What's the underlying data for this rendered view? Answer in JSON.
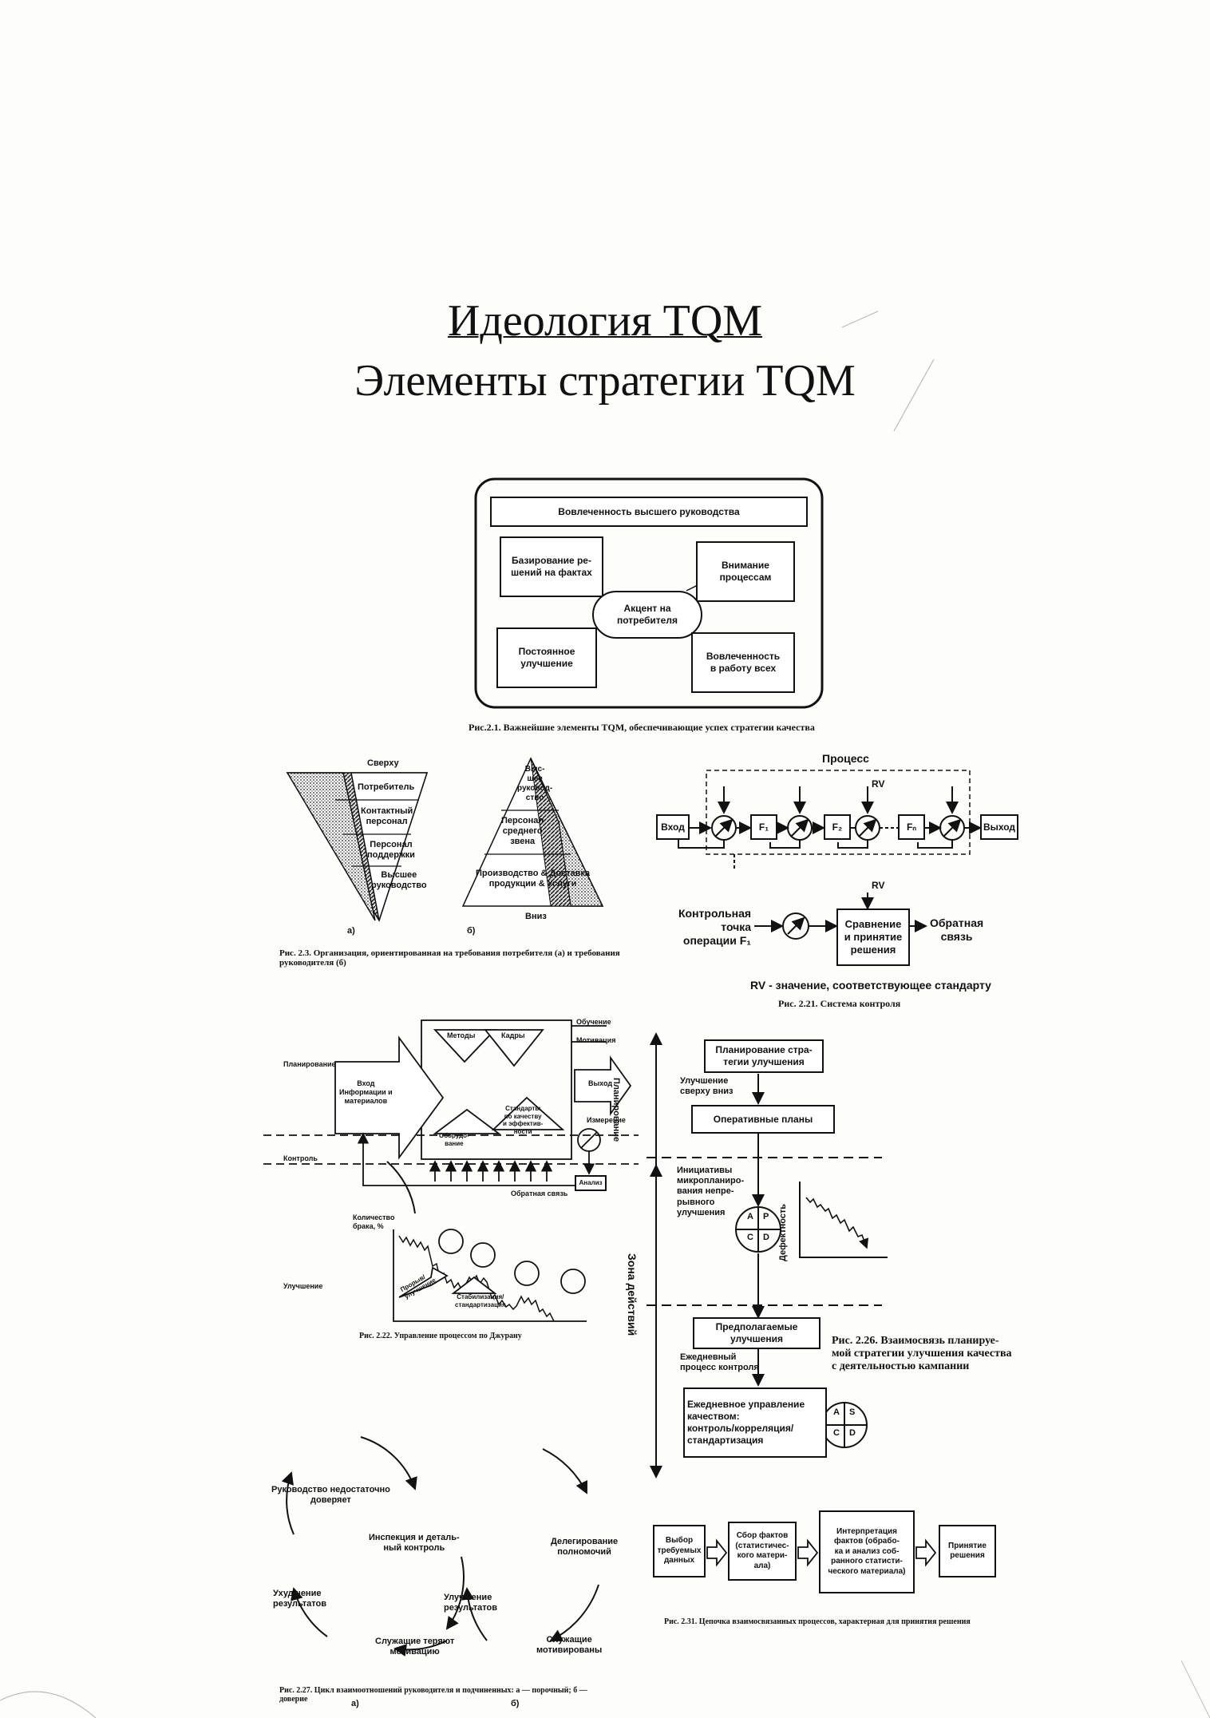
{
  "title": "Идеология TQM",
  "subtitle": "Элементы стратегии TQM",
  "fig21": {
    "top": "Вовлеченность высшего руководства",
    "tl": "Базирование ре-\nшений на фактах",
    "tr": "Внимание\nпроцессам",
    "center": "Акцент на\nпотребителя",
    "bl": "Постоянное\nулучшение",
    "br": "Вовлеченность\nв работу всех",
    "caption": "Рис.2.1. Важнейшие элементы TQM, обеспечивающие успех стратегии качества"
  },
  "fig23": {
    "a_top": "Сверху",
    "a_levels": [
      "Потребитель",
      "Контактный\nперсонал",
      "Персонал\nподдержки",
      "Высшее\nруководство"
    ],
    "a_letter": "а)",
    "b_levels": [
      "Выс-\nшее\nруковод-\nство",
      "Персонал\nсреднего\nзвена",
      "Производство & Доставка\nпродукции & Услуги"
    ],
    "b_bottom": "Вниз",
    "b_letter": "б)",
    "caption": "Рис. 2.3. Организация, ориентированная на требования потребителя (а) и требования\nруководителя (б)"
  },
  "fig221": {
    "process": "Процесс",
    "input": "Вход",
    "f1": "F₁",
    "f2": "F₂",
    "fn": "Fₙ",
    "output": "Выход",
    "rv": "RV",
    "control_point": "Контрольная\nточка\nоперации F₁",
    "compare": "Сравнение\nи принятие\nрешения",
    "feedback": "Обратная\nсвязь",
    "legend": "RV - значение, соответствующее стандарту",
    "caption": "Рис. 2.21. Система контроля"
  },
  "fig222": {
    "planning": "Планирование",
    "control": "Контроль",
    "improvement": "Улучшение",
    "training": "Обучение",
    "motivation": "Мотивация",
    "methods": "Методы",
    "staff": "Кадры",
    "input": "Вход\nИнформации и\nматериалов",
    "output": "Выход",
    "measurement": "Измерение",
    "equipment": "Оборудо-\nвание",
    "standards": "Стандарты\nпо качеству\nи эффектив-\nности",
    "analysis": "Анализ",
    "feedback": "Обратная связь",
    "defects": "Количество\nбрака, %",
    "breakthrough": "Прорыв/\nулучшение",
    "stabilization": "Стабилизация/\nстандартизация",
    "caption": "Рис. 2.22. Управление процессом по Джурану"
  },
  "fig226": {
    "side_planning": "Планирование",
    "side_action": "Зона действий",
    "planning_box": "Планирование стра-\nтегии улучшения",
    "top_down": "Улучшение\nсверху вниз",
    "operative": "Оперативные планы",
    "initiatives": "Инициативы\nмикропланиро-\nвания непре-\nрывного\nулучшения",
    "defectiveness": "Дефектность",
    "proposed": "Предполагаемые\nулучшения",
    "daily_process": "Ежедневный\nпроцесс контроля",
    "daily_mgmt": "Ежедневное управление\nкачеством:\nконтроль/корреляция/\nстандартизация",
    "pdca": [
      "A",
      "P",
      "C",
      "D"
    ],
    "asdc": [
      "A",
      "S",
      "C",
      "D"
    ],
    "caption": "Рис. 2.26. Взаимосвязь планируе-\nмой стратегии улучшения качества\nс деятельностью кампании"
  },
  "fig227": {
    "a1": "Руководство недостаточно\nдоверяет",
    "a2": "Инспекция и деталь-\nный контроль",
    "a3": "Ухудшение\nрезультатов",
    "a4": "Служащие теряют\nмотивацию",
    "a_letter": "а)",
    "b1": "Делегирование\nполномочий",
    "b2": "Улучшение\nрезультатов",
    "b3": "Служащие\nмотивированы",
    "b_letter": "б)",
    "caption": "Рис. 2.27. Цикл взаимоотношений руководителя и подчиненных: а — порочный; б —\nдоверие"
  },
  "fig231": {
    "s1": "Выбор\nтребуемых\nданных",
    "s2": "Сбор фактов\n(статистичес-\nкого матери-\nала)",
    "s3": "Интерпретация\nфактов (обрабо-\nка и анализ соб-\nранного статисти-\nческого материала)",
    "s4": "Принятие\nрешения",
    "caption": "Рис. 2.31. Цепочка взаимосвязанных процессов, характерная для принятия решения"
  }
}
